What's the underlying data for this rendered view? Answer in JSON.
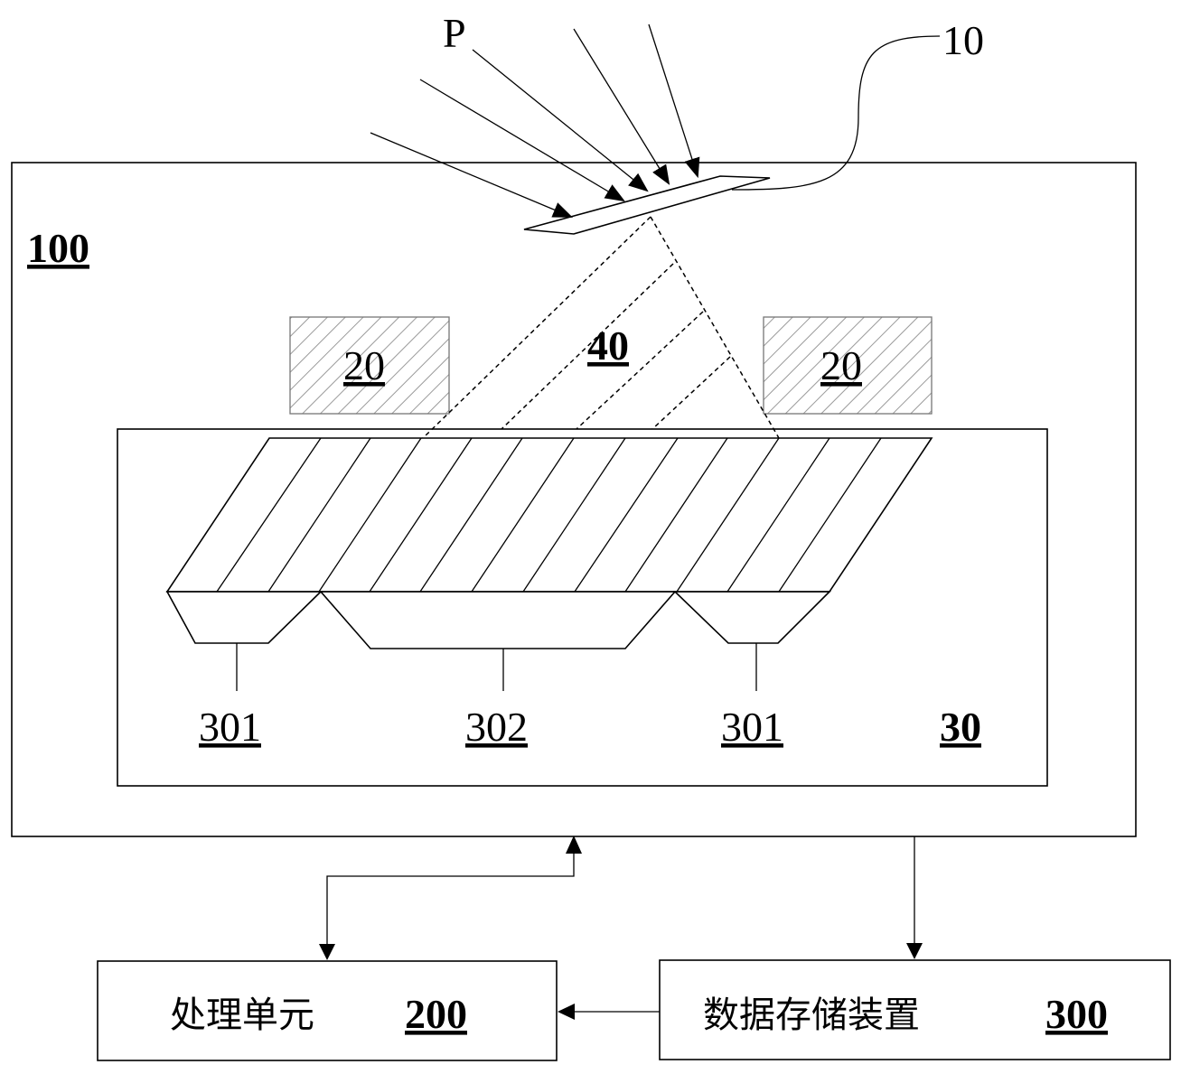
{
  "labels": {
    "light": "P",
    "component_10": "10",
    "system_100": "100",
    "block_20_left": "20",
    "block_20_right": "20",
    "region_40": "40",
    "part_301_left": "301",
    "part_302": "302",
    "part_301_right": "301",
    "module_30": "30"
  },
  "boxes": {
    "processing_unit": {
      "name": "处理单元",
      "number": "200"
    },
    "data_storage": {
      "name": "数据存储装置",
      "number": "300"
    }
  }
}
